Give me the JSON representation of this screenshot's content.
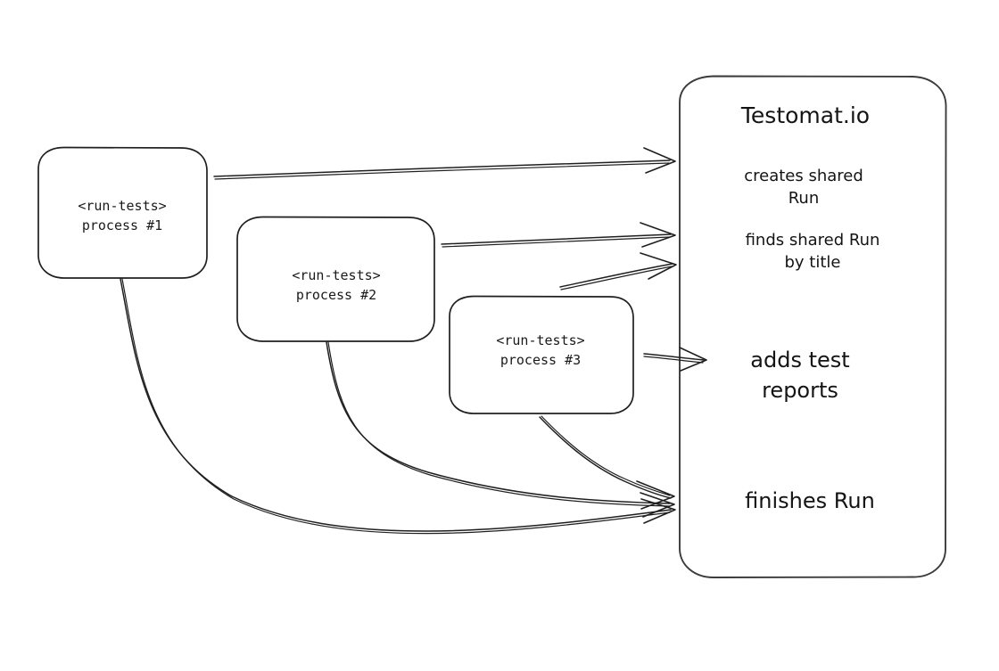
{
  "diagram": {
    "title": "Testomat.io parallel run sharing diagram",
    "background_color": "#ffffff",
    "stroke_color": "#1f1f1f",
    "nodes": [
      {
        "id": "process-1",
        "line1": "<run-tests>",
        "line2": "process #1"
      },
      {
        "id": "process-2",
        "line1": "<run-tests>",
        "line2": "process #2"
      },
      {
        "id": "process-3",
        "line1": "<run-tests>",
        "line2": "process #3"
      }
    ],
    "panel": {
      "title": "Testomat.io",
      "steps": [
        {
          "id": "creates-shared-run",
          "line1": "creates shared",
          "line2": "Run"
        },
        {
          "id": "finds-shared-run",
          "line1": "finds shared Run",
          "line2": "by title"
        },
        {
          "id": "adds-test-reports",
          "line1": "adds test",
          "line2": "reports"
        },
        {
          "id": "finishes-run",
          "line1": "finishes Run",
          "line2": ""
        }
      ]
    },
    "edges": [
      {
        "id": "p1-creates-shared-run",
        "from": "process-1",
        "to": "creates-shared-run"
      },
      {
        "id": "p2-finds-shared-run",
        "from": "process-2",
        "to": "finds-shared-run"
      },
      {
        "id": "p3-finds-shared-run",
        "from": "process-3",
        "to": "finds-shared-run"
      },
      {
        "id": "p3-adds-test-reports",
        "from": "process-3",
        "to": "adds-test-reports"
      },
      {
        "id": "p1-finishes-run",
        "from": "process-1",
        "to": "finishes-run"
      },
      {
        "id": "p2-finishes-run",
        "from": "process-2",
        "to": "finishes-run"
      },
      {
        "id": "p3-finishes-run",
        "from": "process-3",
        "to": "finishes-run"
      }
    ]
  }
}
